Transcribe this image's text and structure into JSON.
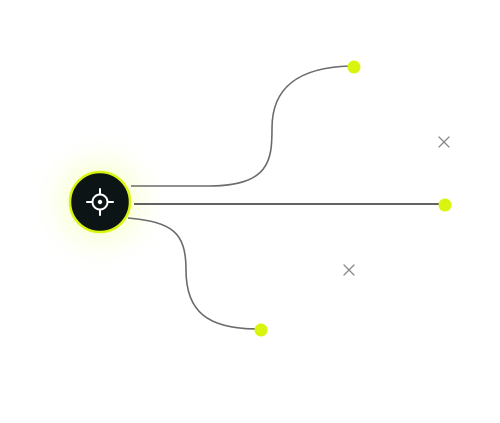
{
  "colors": {
    "accent": "#d9f50f",
    "hub_fill": "#0d1416",
    "connector": "#6b6b6b",
    "mark": "#8a8a8a"
  },
  "hub": {
    "icon": "crosshair-icon"
  },
  "endpoints": [
    {
      "name": "endpoint-top"
    },
    {
      "name": "endpoint-middle"
    },
    {
      "name": "endpoint-bottom"
    }
  ],
  "markers": [
    {
      "icon": "close-icon"
    },
    {
      "icon": "close-icon"
    }
  ]
}
